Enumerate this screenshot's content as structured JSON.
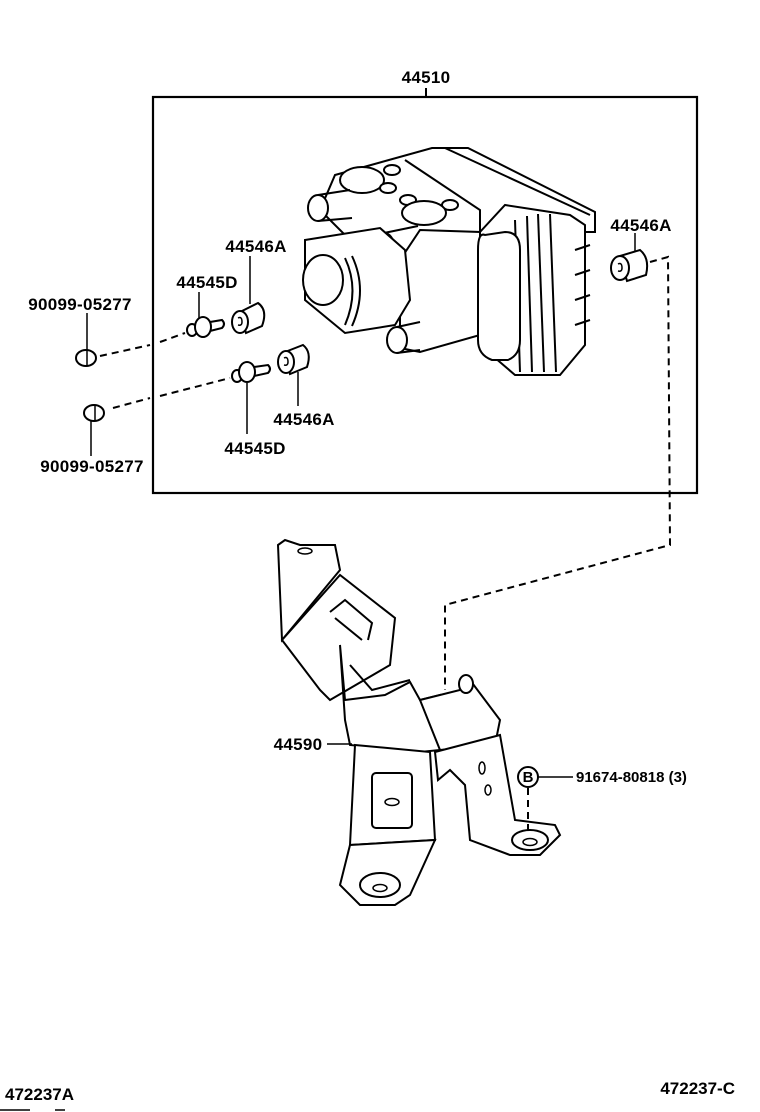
{
  "diagram": {
    "type": "parts-exploded-view",
    "assembly_label": "44510",
    "parts": [
      {
        "id": "actuator",
        "label": "44510",
        "description": "brake actuator assembly (ABS unit)"
      },
      {
        "id": "cushion-upper-left",
        "label": "44546A"
      },
      {
        "id": "cushion-lower",
        "label": "44546A"
      },
      {
        "id": "cushion-right",
        "label": "44546A"
      },
      {
        "id": "stud-upper",
        "label": "44545D"
      },
      {
        "id": "stud-lower",
        "label": "44545D"
      },
      {
        "id": "nut-upper",
        "label": "90099-05277"
      },
      {
        "id": "nut-lower",
        "label": "90099-05277"
      },
      {
        "id": "bracket",
        "label": "44590"
      },
      {
        "id": "bolt",
        "label": "91674-80818 (3)",
        "callout_letter": "B"
      }
    ],
    "footer": {
      "left_code": "472237A",
      "right_code": "472237-C"
    }
  }
}
